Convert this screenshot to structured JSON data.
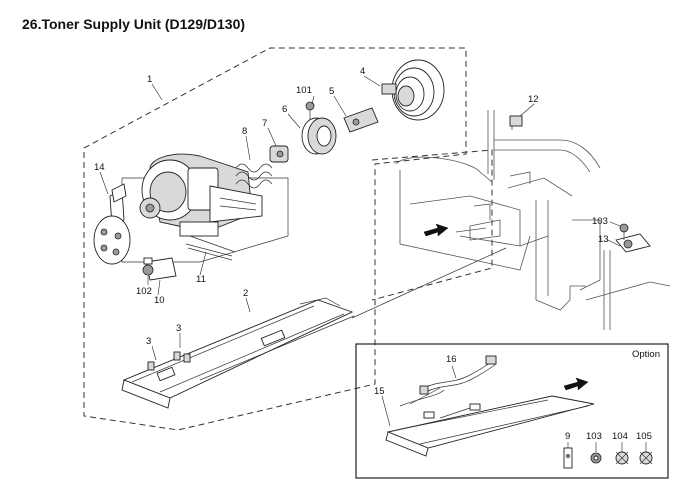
{
  "title": "26.Toner Supply Unit (D129/D130)",
  "callouts": {
    "c1": "1",
    "c2": "2",
    "c3a": "3",
    "c3b": "3",
    "c4": "4",
    "c5": "5",
    "c6": "6",
    "c7": "7",
    "c8": "8",
    "c10": "10",
    "c11": "11",
    "c12": "12",
    "c13": "13",
    "c14": "14",
    "c101": "101",
    "c102": "102",
    "c103": "103"
  },
  "option": {
    "label": "Option",
    "callouts": {
      "c9": "9",
      "c15": "15",
      "c16": "16",
      "c103": "103",
      "c104": "104",
      "c105": "105"
    }
  }
}
